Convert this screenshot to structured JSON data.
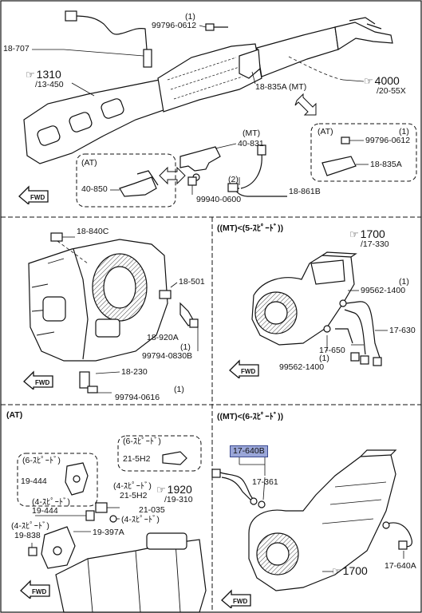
{
  "top": {
    "labels": {
      "p18_707": "18-707",
      "bolt_qty": "(1)",
      "p99796_0612": "99796-0612",
      "p1310_ref": "1310",
      "p1310_sub": "/13-450",
      "p18_835A_mt": "18-835A (MT)",
      "p4000_ref": "4000",
      "p4000_sub": "/20-55X",
      "mt_tag": "(MT)",
      "p40_831": "40-831",
      "at_tag": "(AT)",
      "p40_850": "40-850",
      "at_box_qty": "(1)",
      "at_box_bolt": "99796-0612",
      "at_box_bracket": "18-835A",
      "p99940_qty": "(2)",
      "p99940": "99940-0600",
      "p18_861B": "18-861B"
    }
  },
  "mid_left": {
    "labels": {
      "p18_840C": "18-840C",
      "p18_501": "18-501",
      "p18_920A": "18-920A",
      "p99794_qty": "(1)",
      "p99794_0830B": "99794-0830B",
      "p18_230": "18-230",
      "p99794_0616_qty": "(1)",
      "p99794_0616": "99794-0616"
    }
  },
  "mid_right": {
    "title": "((MT)<(5-ｽﾋﾟｰﾄﾞ))",
    "labels": {
      "p1700_ref": "1700",
      "p1700_sub": "/17-330",
      "q1": "(1)",
      "p99562_1400a": "99562-1400",
      "p17_630": "17-630",
      "p17_650": "17-650",
      "q2": "(1)",
      "p99562_1400b": "99562-1400"
    }
  },
  "bot_left": {
    "title": "(AT)",
    "labels": {
      "six_speed_a": "(6-ｽﾋﾟｰﾄﾞ)",
      "p21_5H2_box": "21-5H2",
      "six_speed_b": "(6-ｽﾋﾟｰﾄﾞ)",
      "p19_444_box": "19-444",
      "four_speed_a": "(4-ｽﾋﾟｰﾄﾞ)",
      "p21_5H2": "21-5H2",
      "p1920_ref": "1920",
      "p1920_sub": "/19-310",
      "four_speed_b": "(4-ｽﾋﾟｰﾄﾞ)",
      "p19_444": "19-444",
      "p21_035": "21-035",
      "four_speed_c": "(4-ｽﾋﾟｰﾄﾞ)",
      "four_speed_d": "(4-ｽﾋﾟｰﾄﾞ)",
      "p19_838": "19-838",
      "p19_397A": "19-397A"
    }
  },
  "bot_right": {
    "title": "((MT)<(6-ｽﾋﾟｰﾄﾞ))",
    "labels": {
      "p17_640B": "17-640B",
      "p17_361": "17-361",
      "p17_640A": "17-640A",
      "p1700_ref": "1700"
    }
  },
  "fwd_text": "FWD",
  "colors": {
    "line": "#111111",
    "highlight": "#9aa6d8",
    "highlight_border": "#3b4a90"
  }
}
